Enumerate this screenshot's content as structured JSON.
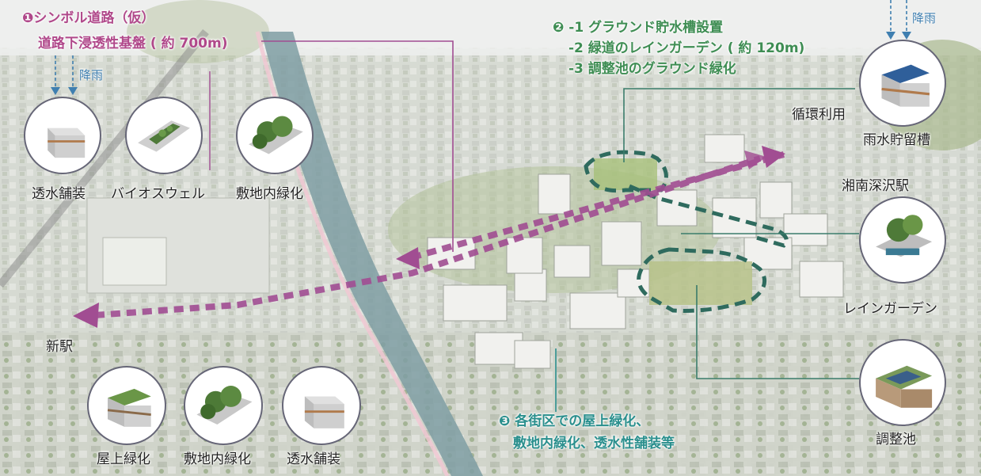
{
  "annotations": {
    "a1_line1": "❶シンボル道路（仮）",
    "a1_line2": "道路下浸透性基盤 ( 約 700m)",
    "a2_line1": "❷ -1 グラウンド貯水槽設置",
    "a2_line2": "-2 緑道のレインガーデン ( 約 120m)",
    "a2_line3": "-3 調整池のグラウンド緑化",
    "a3_line1": "❸ 各街区での屋上緑化、",
    "a3_line2": "敷地内緑化、透水性舗装等"
  },
  "rain_left": "降雨",
  "rain_right": "降雨",
  "labels": {
    "permeable_paving_top": "透水舗装",
    "bioswale": "バイオスウェル",
    "onsite_green_top": "敷地内緑化",
    "circulation": "循環利用",
    "rain_tank": "雨水貯留槽",
    "station": "湘南深沢駅",
    "rain_garden": "レインガーデン",
    "new_station": "新駅",
    "retention_pond": "調整池",
    "roof_green": "屋上緑化",
    "onsite_green_bottom": "敷地内緑化",
    "permeable_paving_bottom": "透水舗装"
  },
  "colors": {
    "purple": "#b0488a",
    "green_text": "#3e8d53",
    "teal_text": "#2a8f8d",
    "teal_outline": "#2f6b5e",
    "rain_blue": "#3f7fb0"
  }
}
